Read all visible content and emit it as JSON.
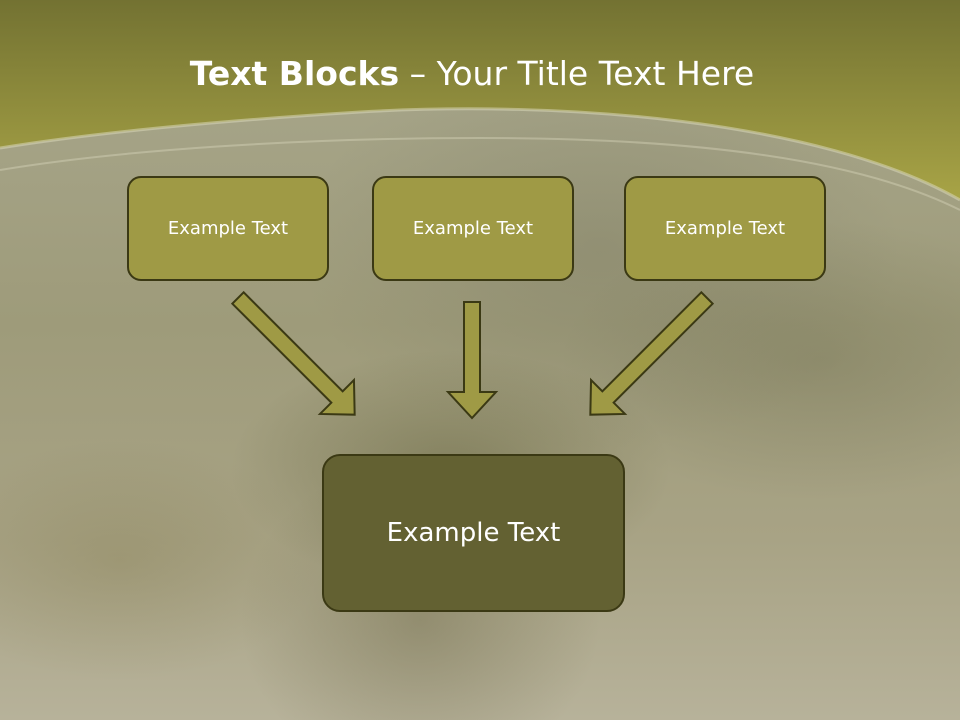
{
  "slide": {
    "title_bold": "Text Blocks",
    "title_separator": " – ",
    "title_rest": "Your Title Text Here"
  },
  "blocks": {
    "left": "Example Text",
    "center": "Example Text",
    "right": "Example Text",
    "bottom": "Example Text"
  },
  "colors": {
    "header_band": "#8f8c3c",
    "block_fill": "#9f9a45",
    "bottom_block_fill": "#636132",
    "arrow_fill": "#9f9a45",
    "outline": "#3b3914"
  }
}
